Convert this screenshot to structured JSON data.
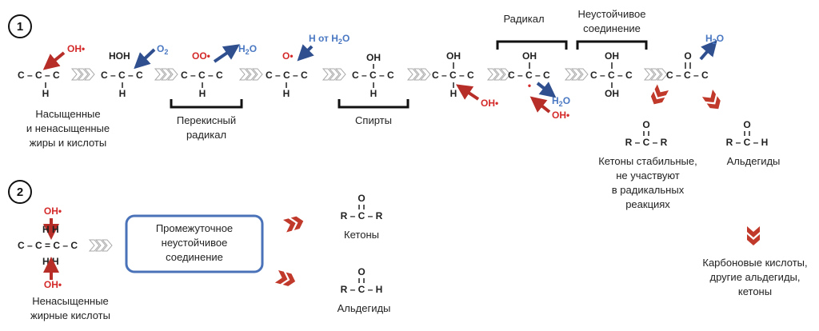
{
  "colors": {
    "radical": "#d42a2a",
    "product": "#4a78c2",
    "arrow_red": "#b72d28",
    "arrow_blue": "#2f4f8f",
    "bracket": "#111111",
    "box": "#4a72b8",
    "chevron_fill": "#ffffff",
    "chevron_stroke": "#aaaaaa",
    "text": "#222222"
  },
  "icons": {
    "step_arrow": "hollow-double-chevron-icon",
    "product_arrow": "red-double-chevron-icon",
    "reaction_arrow": "thick-arrow-icon"
  },
  "route1": {
    "number": "1",
    "s1": {
      "oh": "OH•",
      "chain": "C – C – C",
      "h": "H",
      "caption": [
        "Насыщенные",
        "и ненасыщенные",
        "жиры и кислоты"
      ]
    },
    "s2": {
      "top": "HOH",
      "o2": "O",
      "o2_sub": "2",
      "chain": "C – C – C",
      "h": "H"
    },
    "s3": {
      "top": "OO•",
      "h2o": "H",
      "h2o_sub": "2",
      "h2o_end": "O",
      "chain": "C – C – C",
      "h": "H"
    },
    "peroxy_label": [
      "Перекисный",
      "радикал"
    ],
    "s4": {
      "top": "O•",
      "label": "H от H",
      "label_sub": "2",
      "label_end": "O",
      "chain": "C – C – C",
      "h": "H"
    },
    "s5": {
      "top": "OH",
      "chain": "C – C – C",
      "h": "H"
    },
    "alcohols_label": "Спирты",
    "s6": {
      "top": "OH",
      "chain": "C – C – C",
      "h": "H",
      "oh": "OH•"
    },
    "radical_label": "Радикал",
    "s7": {
      "top": "OH",
      "chain": "C – C – C",
      "dot": "•",
      "h2o": "H",
      "h2o_sub": "2",
      "h2o_end": "O",
      "oh": "OH•"
    },
    "unstable_label": [
      "Неустойчивое",
      "соединение"
    ],
    "s8": {
      "top": "OH",
      "chain": "C – C – C",
      "bottom": "OH"
    },
    "s9": {
      "top": "O",
      "chain": "C – C – C",
      "h2o": "H",
      "h2o_sub": "2",
      "h2o_end": "O"
    },
    "ketone": {
      "o": "O",
      "formula": "R – C – R",
      "caption": [
        "Кетоны стабильные,",
        "не участвуют",
        "в радикальных",
        "реакциях"
      ]
    },
    "aldehyde": {
      "o": "O",
      "formula": "R – C – H",
      "caption": "Альдегиды"
    },
    "final_caption": [
      "Карбоновые кислоты,",
      "другие альдегиды,",
      "кетоны"
    ]
  },
  "route2": {
    "number": "2",
    "s1": {
      "oh_top": "OH•",
      "row1": "H   H",
      "chain": "C – C = C – C",
      "row3": "H   H",
      "oh_bottom": "OH•",
      "caption": [
        "Ненасыщенные",
        "жирные кислоты"
      ]
    },
    "box_label": [
      "Промежуточное",
      "неустойчивое",
      "соединение"
    ],
    "ketone": {
      "o": "O",
      "formula": "R – C – R",
      "caption": "Кетоны"
    },
    "aldehyde": {
      "o": "O",
      "formula": "R – C – H",
      "caption": "Альдегиды"
    }
  }
}
